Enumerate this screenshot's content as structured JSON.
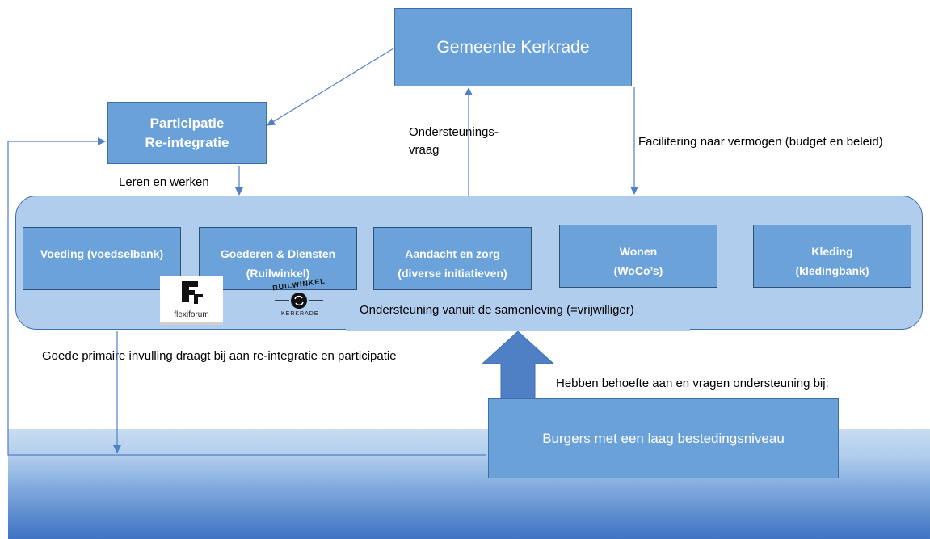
{
  "gemeente": {
    "label": "Gemeente Kerkrade"
  },
  "participatie": {
    "line1": "Participatie",
    "line2": "Re-integratie"
  },
  "labels": {
    "leren": "Leren en werken",
    "ondersteuning_vraag_1": "Ondersteunings-",
    "ondersteuning_vraag_2": "vraag",
    "facilitering": "Facilitering naar vermogen (budget en beleid)",
    "samenleving": "Ondersteuning vanuit de samenleving (=vrijwilliger)",
    "goede_invulling": "Goede primaire invulling draagt bij aan re-integratie en participatie",
    "behoefte": "Hebben behoefte aan en vragen ondersteuning bij:"
  },
  "categories": [
    {
      "line1": "Voeding (voedselbank)",
      "line2": ""
    },
    {
      "line1": "Goederen & Diensten",
      "line2": "(Ruilwinkel)"
    },
    {
      "line1": "Aandacht en zorg",
      "line2": "(diverse initiatieven)"
    },
    {
      "line1": "Wonen",
      "line2": "(WoCo’s)"
    },
    {
      "line1": "Kleding",
      "line2": "(kledingbank)"
    }
  ],
  "burgers": {
    "label": "Burgers met een laag bestedingsniveau"
  },
  "logos": {
    "flexiforum": {
      "text": "flexiforum",
      "icon": "fr-logo-icon"
    },
    "ruilwinkel": {
      "top": "RUILWINKEL",
      "bottom": "KERKRADE",
      "icon": "exchange-icon"
    }
  },
  "colors": {
    "box_fill": "#6aa1d9",
    "band_fill": "#b1cdee",
    "arrow": "#4f7fc4",
    "ground_dark": "#3f73c3"
  }
}
